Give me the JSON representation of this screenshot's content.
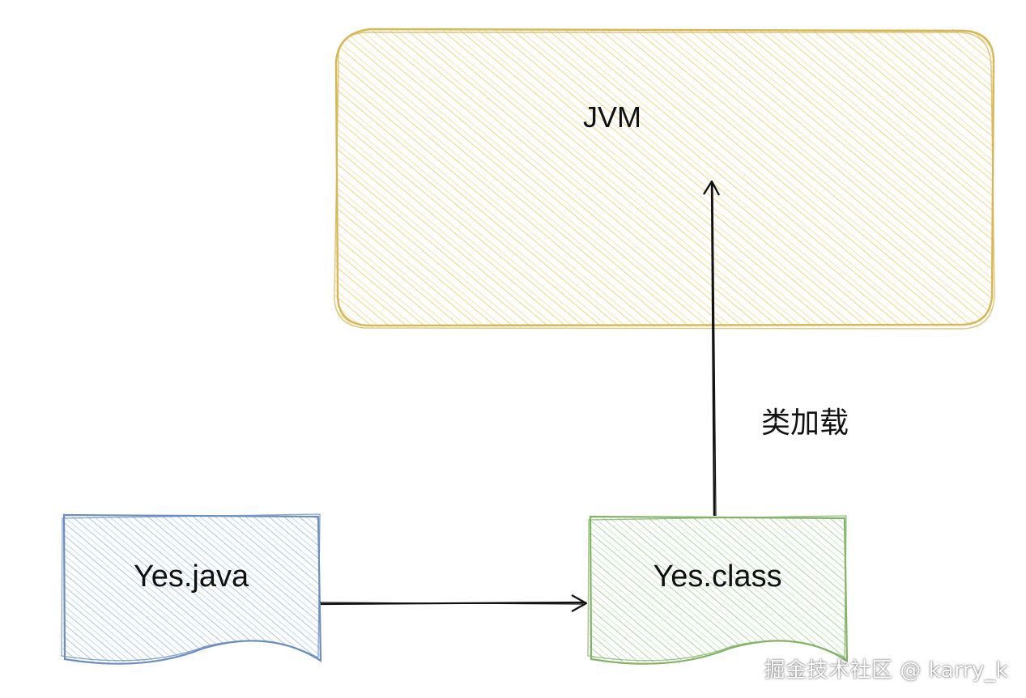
{
  "nodes": {
    "jvm": {
      "label": "JVM"
    },
    "source": {
      "label": "Yes.java"
    },
    "bytecode": {
      "label": "Yes.class"
    }
  },
  "edges": {
    "compile": {
      "label": ""
    },
    "class_loading": {
      "label": "类加载"
    }
  },
  "watermark": "掘金技术社区 @ karry_k",
  "colors": {
    "jvm_stroke": "#d6b656",
    "jvm_hatch": "#f5d98a",
    "source_stroke": "#6c8ebf",
    "source_hatch": "#a9c4ec",
    "bytecode_stroke": "#82b366",
    "bytecode_hatch": "#a9d49a",
    "arrow": "#111111"
  }
}
